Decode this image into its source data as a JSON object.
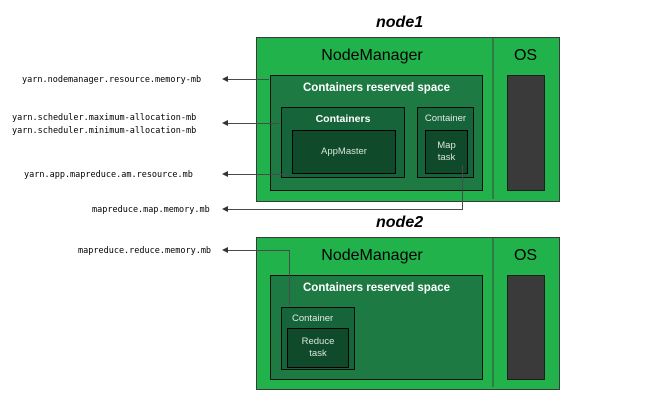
{
  "diagram": {
    "title_hidden": "",
    "colors": {
      "node_green": "#22b24c",
      "reserved_green": "#1d7a42",
      "containers_green": "#16653a",
      "task_green": "#0f4b2b",
      "os_dark": "#3a3a3a",
      "line": "#4a4a4a",
      "text_white": "#ffffff",
      "text_black": "#000000"
    }
  },
  "labels": {
    "nodemanager_resource_memory": "yarn.nodemanager.resource.memory-mb",
    "scheduler_maximum_allocation": "yarn.scheduler.maximum-allocation-mb",
    "scheduler_minimum_allocation": "yarn.scheduler.minimum-allocation-mb",
    "am_resource": "yarn.app.mapreduce.am.resource.mb",
    "map_memory": "mapreduce.map.memory.mb",
    "reduce_memory": "mapreduce.reduce.memory.mb"
  },
  "node1": {
    "caption": "node1",
    "nodemanager_title": "NodeManager",
    "os_title": "OS",
    "reserved_space_title": "Containers reserved space",
    "containers_title": "Containers",
    "appmaster_label": "AppMaster",
    "container_title": "Container",
    "map_task_line1": "Map",
    "map_task_line2": "task"
  },
  "node2": {
    "caption": "node2",
    "nodemanager_title": "NodeManager",
    "os_title": "OS",
    "reserved_space_title": "Containers reserved space",
    "container_title": "Container",
    "reduce_task_line1": "Reduce",
    "reduce_task_line2": "task"
  }
}
